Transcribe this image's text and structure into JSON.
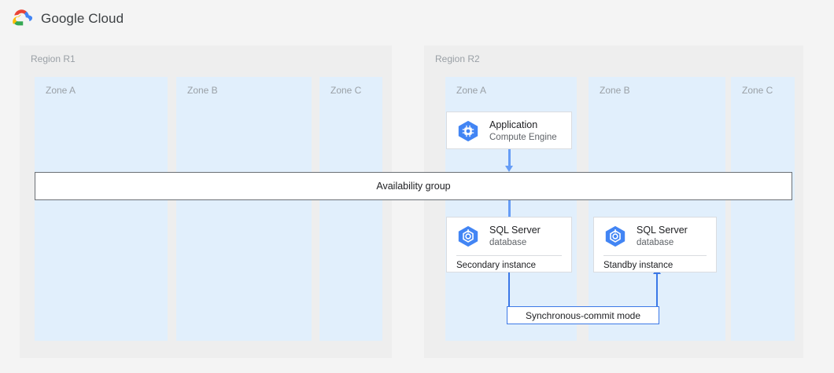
{
  "header": {
    "logo_icon": "google-cloud-logo-icon",
    "brand": "Google Cloud",
    "brand_colors": {
      "red": "#ea4335",
      "blue": "#4285f4",
      "yellow": "#fbbc04",
      "green": "#34a853"
    }
  },
  "diagram": {
    "type": "architecture-diagram",
    "background": "#f4f4f4",
    "region_fill": "#eeeeee",
    "zone_fill": "#e1effc",
    "accent": "#669df6",
    "accent_dark": "#3b78e7",
    "regions": [
      {
        "label": "Region R1",
        "zones": [
          {
            "label": "Zone A"
          },
          {
            "label": "Zone B"
          },
          {
            "label": "Zone C"
          }
        ]
      },
      {
        "label": "Region R2",
        "zones": [
          {
            "label": "Zone A"
          },
          {
            "label": "Zone B"
          },
          {
            "label": "Zone C"
          }
        ]
      }
    ],
    "availability_group": {
      "label": "Availability group"
    },
    "nodes": [
      {
        "id": "application",
        "icon": "compute-engine-icon",
        "title": "Application",
        "subtitle": "Compute Engine",
        "footer": ""
      },
      {
        "id": "sql-secondary",
        "icon": "sql-server-database-icon",
        "title": "SQL Server",
        "subtitle": "database",
        "footer": "Secondary instance"
      },
      {
        "id": "sql-standby",
        "icon": "sql-server-database-icon",
        "title": "SQL Server",
        "subtitle": "database",
        "footer": "Standby instance"
      }
    ],
    "connectors": [
      {
        "id": "app-to-availability-group",
        "from": "application",
        "to": "availability-group",
        "label": ""
      },
      {
        "id": "availability-group-to-secondary",
        "from": "availability-group",
        "to": "sql-secondary",
        "label": ""
      },
      {
        "id": "secondary-to-standby",
        "from": "sql-secondary",
        "to": "sql-standby",
        "label": "Synchronous-commit mode"
      }
    ]
  }
}
